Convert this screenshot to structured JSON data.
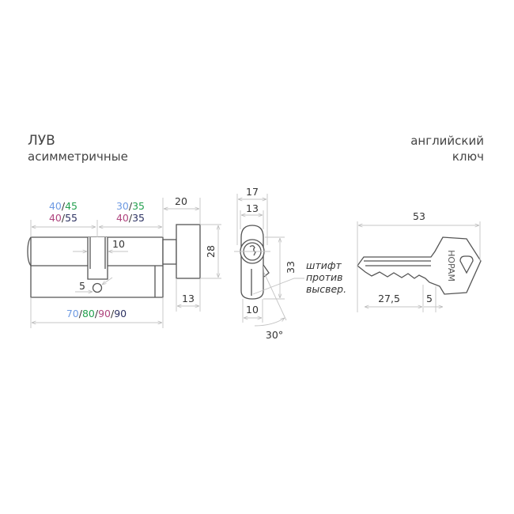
{
  "title": {
    "model": "ЛУВ",
    "subtitle": "асимметричные"
  },
  "key_type": {
    "line1": "английский",
    "line2": "ключ"
  },
  "colors": {
    "blue": "#6f9be3",
    "green": "#24a04f",
    "magenta": "#b0467f",
    "navy": "#2d3262",
    "line": "#555555",
    "dim": "#c4c4c4"
  },
  "side_view": {
    "left_top": [
      "40",
      "45"
    ],
    "left_bottom": [
      "40",
      "55"
    ],
    "right_top": [
      "30",
      "35"
    ],
    "right_bottom": [
      "40",
      "35"
    ],
    "cam_width": "10",
    "pin_hole": "5",
    "knob_offset": "20",
    "knob_height": "28",
    "knob_width": "13",
    "total_lengths": [
      "70",
      "80",
      "90",
      "90"
    ],
    "separator": "/"
  },
  "front_view": {
    "width_outer": "17",
    "width_inner": "13",
    "height": "33",
    "bottom_width": "10",
    "angle": "30°",
    "pin_label": [
      "штифт",
      "против",
      "высвер."
    ]
  },
  "key": {
    "length": "53",
    "blade_length": "27,5",
    "shoulder": "5",
    "brand": "HOPAM"
  }
}
